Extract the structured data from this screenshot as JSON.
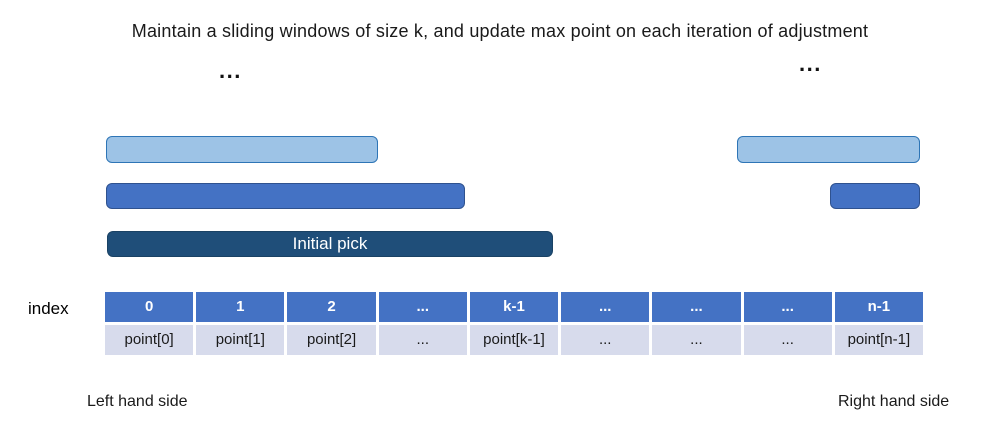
{
  "title": "Maintain a sliding windows of size k, and update max point on each iteration of adjustment",
  "ellipsis_left": "...",
  "ellipsis_right": "...",
  "bars": {
    "initial_pick_label": "Initial pick"
  },
  "colors": {
    "light_window_fill": "#9DC3E6",
    "light_window_border": "#2E75B6",
    "medium_window_fill": "#4472C4",
    "medium_window_border": "#2F528F",
    "initial_pick_fill": "#1F4E79",
    "table_header_fill": "#4472C4",
    "table_body_fill": "#D7DBEC"
  },
  "table": {
    "row_label": "index",
    "header": [
      "0",
      "1",
      "2",
      "...",
      "k-1",
      "...",
      "...",
      "...",
      "n-1"
    ],
    "cells": [
      "point[0]",
      "point[1]",
      "point[2]",
      "...",
      "point[k-1]",
      "...",
      "...",
      "...",
      "point[n-1]"
    ]
  },
  "footer": {
    "left": "Left hand side",
    "right": "Right hand side"
  }
}
